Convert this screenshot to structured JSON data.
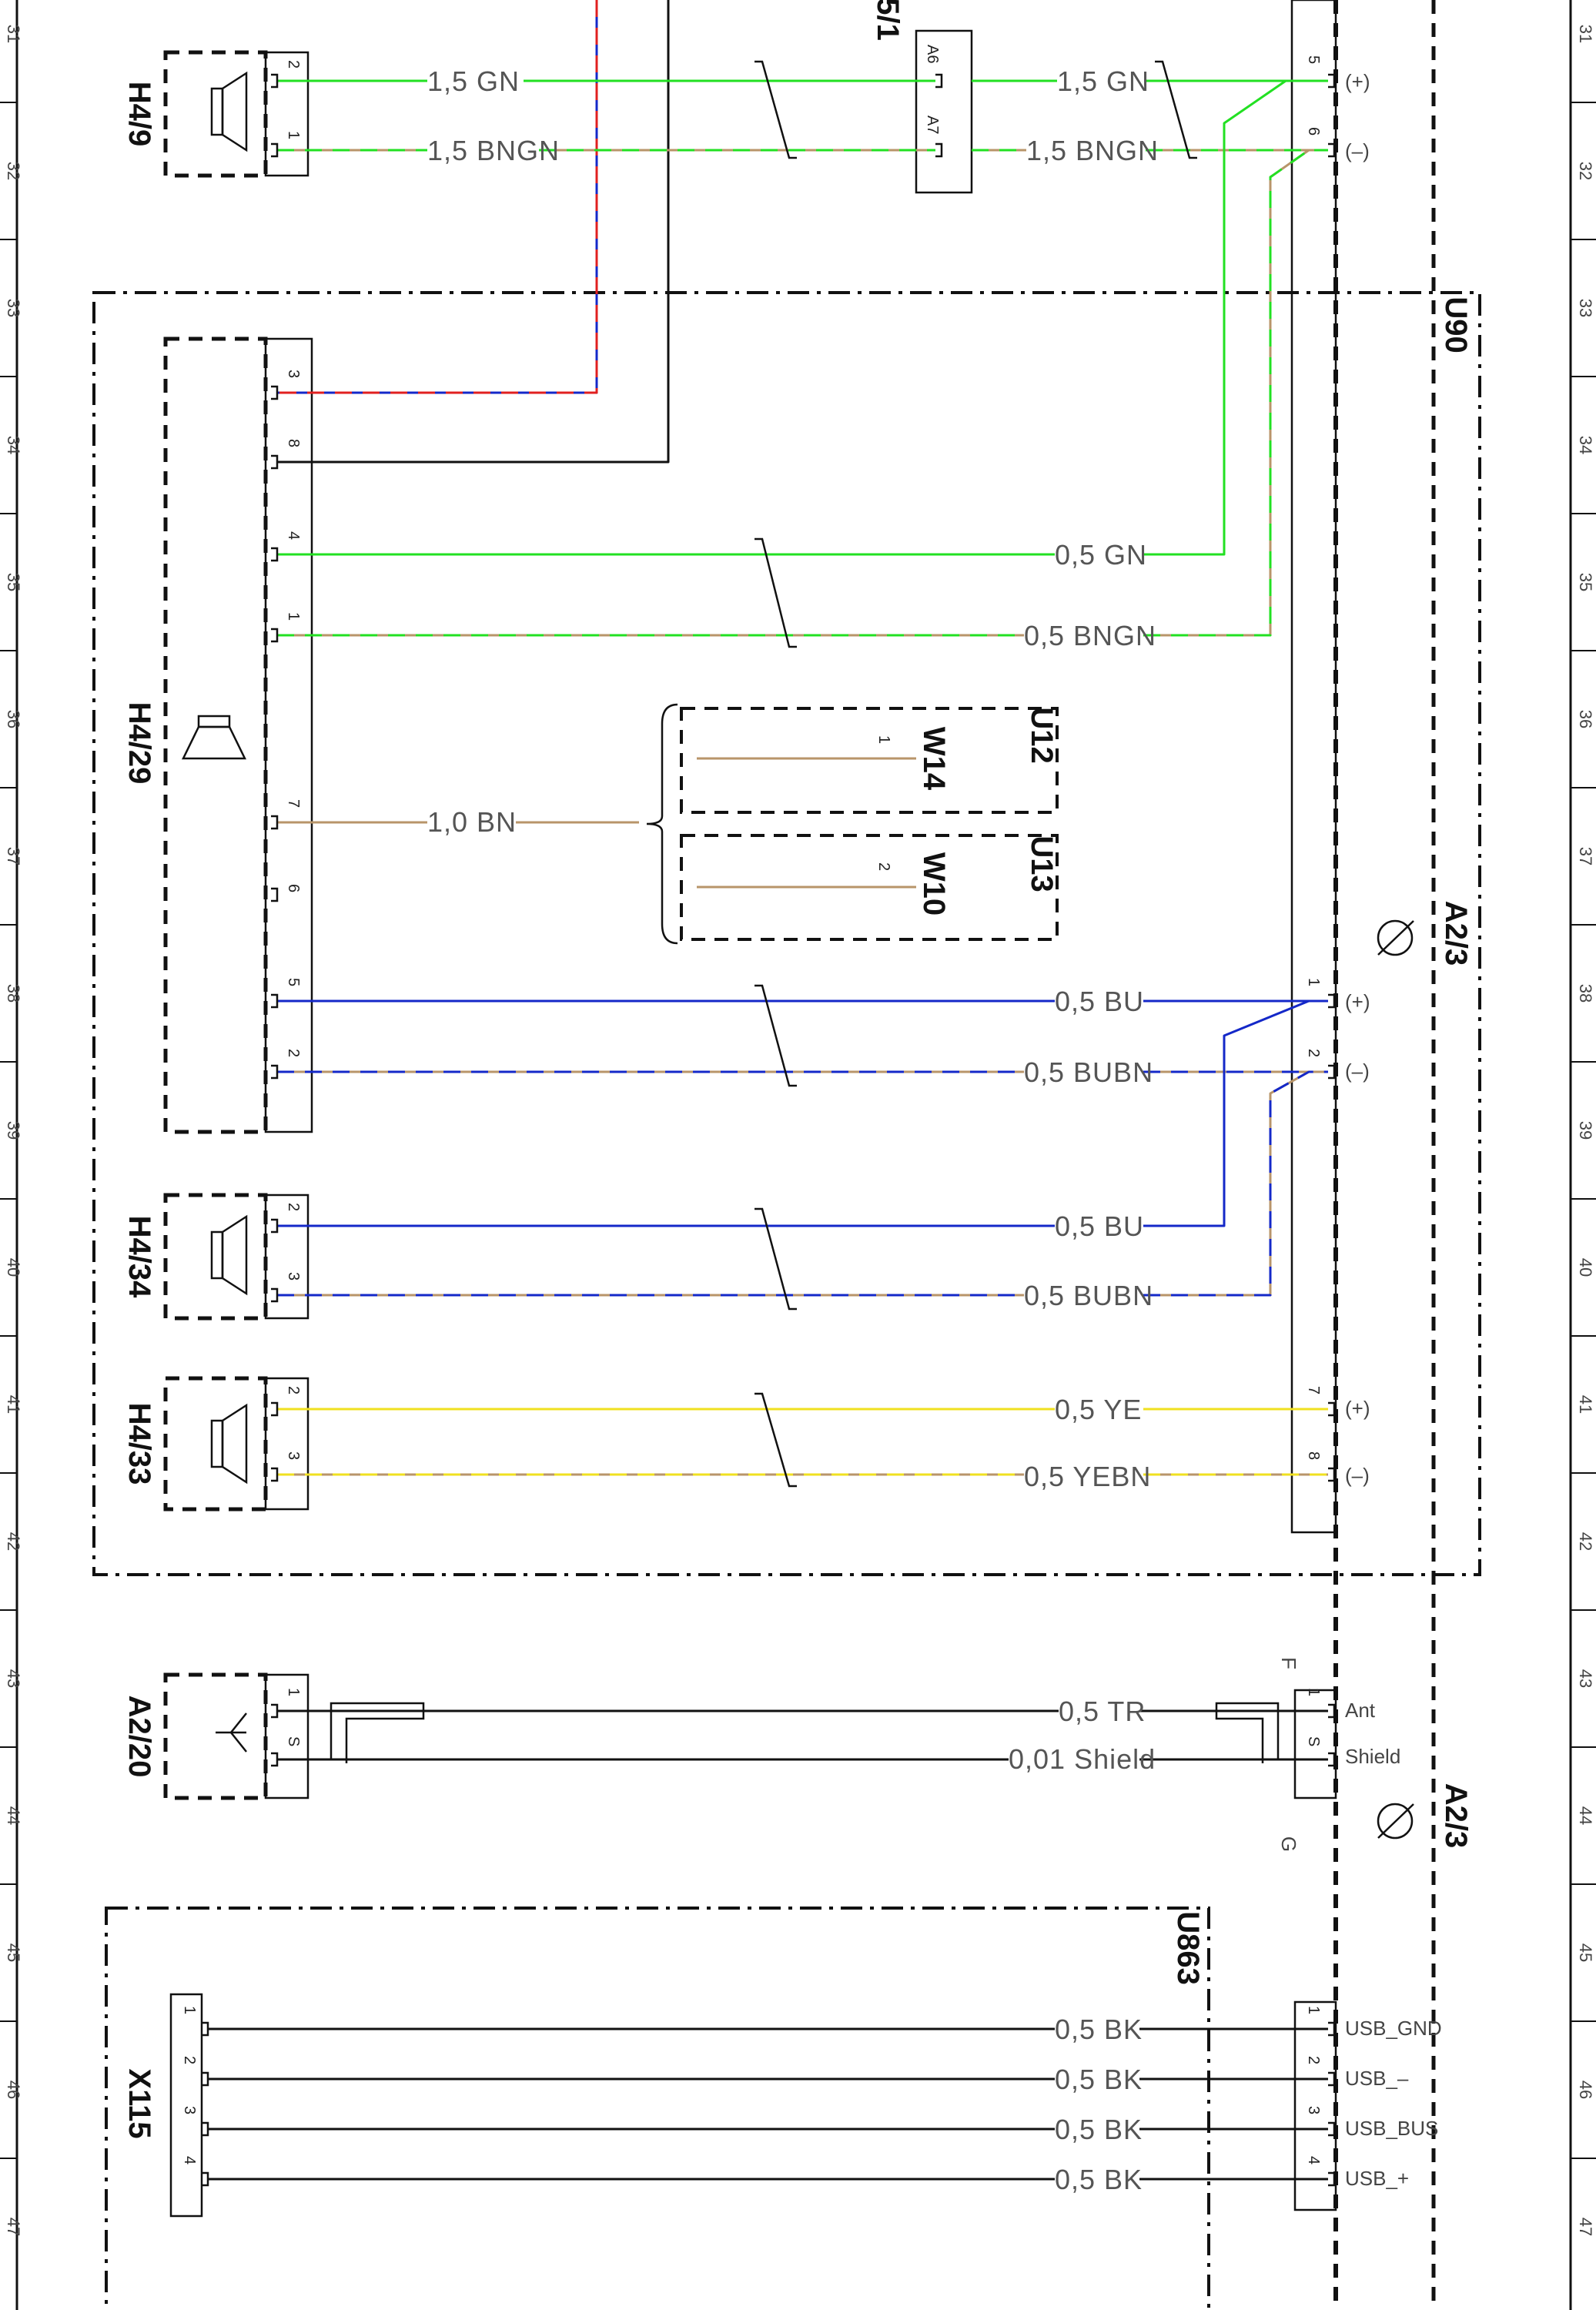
{
  "sheet": {
    "rows": [
      "31",
      "32",
      "33",
      "34",
      "35",
      "36",
      "37",
      "38",
      "39",
      "40",
      "41",
      "42",
      "43",
      "44",
      "45",
      "46",
      "47"
    ]
  },
  "components": {
    "h4_9": "H4/9",
    "h4_29": "H4/29",
    "h4_34": "H4/34",
    "h4_33": "H4/33",
    "a2_20": "A2/20",
    "x115": "X115",
    "u12": "U12",
    "u13": "U13",
    "w14": "W14",
    "w10": "W10",
    "u90": "U90",
    "u863": "U863",
    "a2_3_top": "A2/3",
    "a2_3_bottom": "A2/3",
    "connector_top": "5/1"
  },
  "wire_labels": {
    "h49_gn": "1,5 GN",
    "h49_bngn": "1,5 BNGN",
    "x_gn": "1,5 GN",
    "x_bngn": "1,5 BNGN",
    "h429_gn": "0,5 GN",
    "h429_bngn": "0,5 BNGN",
    "h429_bn": "1,0 BN",
    "h429_bu": "0,5 BU",
    "h429_bubn": "0,5 BUBN",
    "h434_bu": "0,5 BU",
    "h434_bubn": "0,5 BUBN",
    "h433_ye": "0,5 YE",
    "h433_yebn": "0,5 YEBN",
    "ant_tr": "0,5 TR",
    "ant_shield": "0,01 Shield",
    "usb1": "0,5 BK",
    "usb2": "0,5 BK",
    "usb3": "0,5 BK",
    "usb4": "0,5 BK"
  },
  "terminals": {
    "plus1": "(+)",
    "minus1": "(–)",
    "plus2": "(+)",
    "minus2": "(–)",
    "plus3": "(+)",
    "minus3": "(–)",
    "ant": "Ant",
    "shield": "Shield",
    "usb_gnd": "USB_GND",
    "usb_minus": "USB_–",
    "usb_bus": "USB_BUS",
    "usb_plus": "USB_+",
    "conn_f": "F",
    "conn_g": "G"
  },
  "pins": {
    "h49": [
      "2",
      "1"
    ],
    "h429": [
      "3",
      "8",
      "4",
      "1",
      "7",
      "6",
      "5",
      "2"
    ],
    "h434": [
      "2",
      "3"
    ],
    "h433": [
      "2",
      "3"
    ],
    "a220": [
      "1",
      "S"
    ],
    "x115": [
      "1",
      "2",
      "3",
      "4"
    ],
    "a23_top": [
      "5",
      "6"
    ],
    "a23_mid": [
      "1",
      "2"
    ],
    "a23_low": [
      "7",
      "8"
    ],
    "a23_ant": [
      "1",
      "S"
    ],
    "a23_usb": [
      "1",
      "2",
      "3",
      "4"
    ],
    "x51": [
      "A6",
      "A7"
    ],
    "w14_pin": "1",
    "w10_pin": "2"
  },
  "colors": {
    "green": "#22e022",
    "brown": "#b8956a",
    "blue": "#1428c8",
    "red": "#e02020",
    "yellow": "#f0e020",
    "black": "#111111"
  }
}
